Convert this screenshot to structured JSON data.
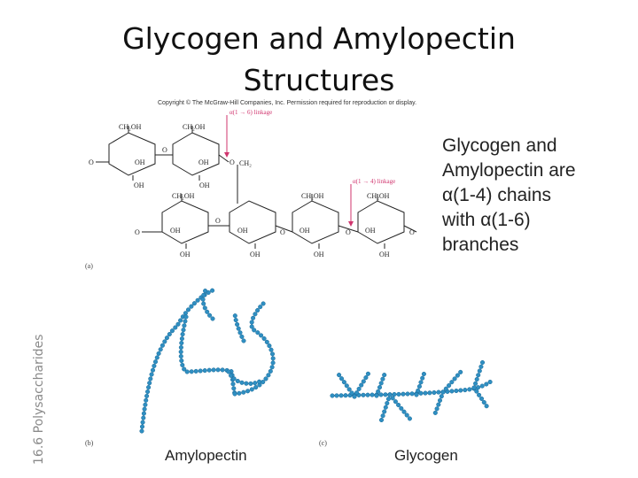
{
  "title_line1": "Glycogen and Amylopectin",
  "title_line2": "Structures",
  "side_label": "16.6 Polysaccharides",
  "copyright": "Copyright © The McGraw-Hill Companies, Inc. Permission required for reproduction or display.",
  "description": {
    "line1": "Glycogen and",
    "line2": "Amylopectin are",
    "line3": "(1-4) chains",
    "line4": "with ",
    "line4b": "(1-6)",
    "line5": "branches",
    "alpha": "α"
  },
  "figure": {
    "link_16": "α(1 → 6) linkage",
    "link_14": "α(1 → 4) linkage",
    "panel_a": "(a)",
    "panel_b": "(b)",
    "panel_c": "(c)",
    "ch2oh": "CH₂OH",
    "ch2": "CH₂",
    "oh": "OH",
    "o": "O"
  },
  "captions": {
    "amylopectin": "Amylopectin",
    "glycogen": "Glycogen"
  },
  "colors": {
    "bead": "#2f8fc2",
    "bead_dark": "#1b6a98",
    "link": "#d0356e"
  }
}
